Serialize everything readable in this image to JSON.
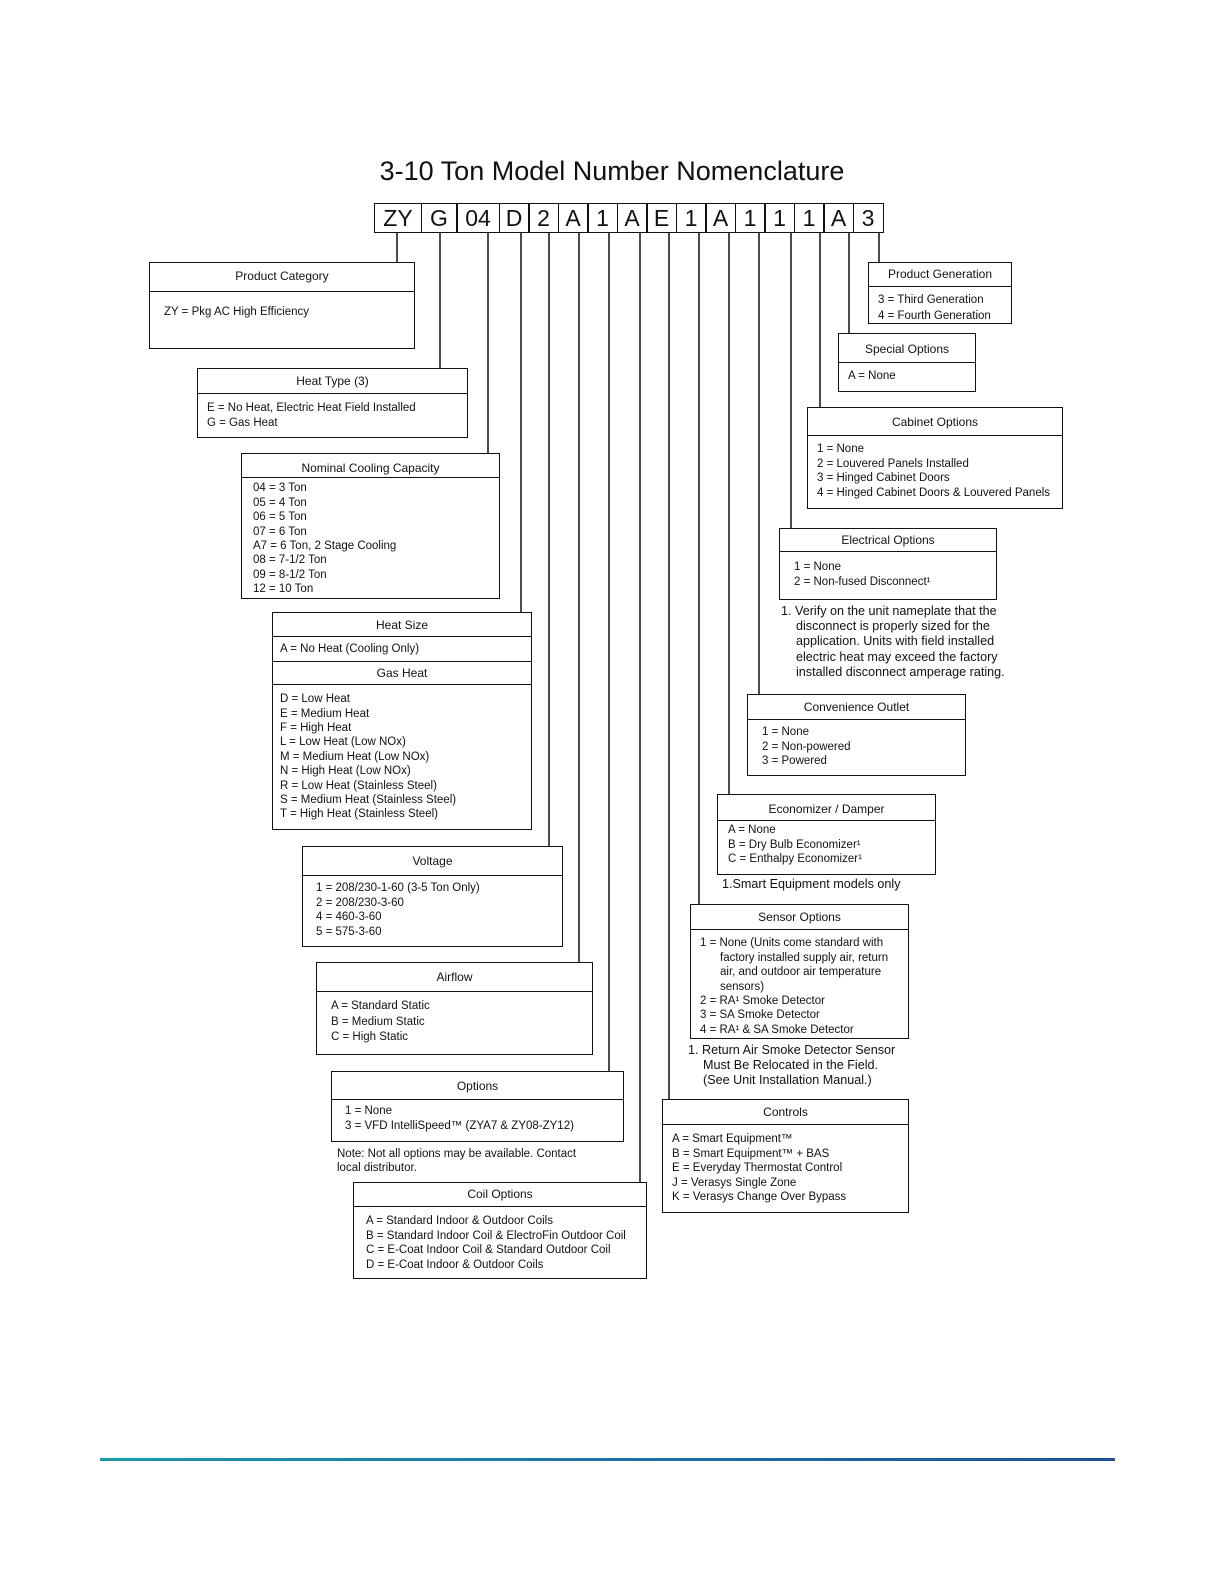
{
  "title": "3-10 Ton Model Number Nomenclature",
  "code": [
    "ZY",
    "G",
    "04",
    "D",
    "2",
    "A",
    "1",
    "A",
    "E",
    "1",
    "A",
    "1",
    "1",
    "1",
    "A",
    "3"
  ],
  "boxes": {
    "product_category": {
      "header": "Product Category",
      "items": [
        "ZY = Pkg AC High Efficiency"
      ]
    },
    "heat_type": {
      "header": "Heat Type (3)",
      "items": [
        "E = No Heat, Electric Heat Field Installed",
        "G = Gas Heat"
      ]
    },
    "nominal_cooling": {
      "header": "Nominal Cooling Capacity",
      "items": [
        "04 = 3 Ton",
        "05 = 4 Ton",
        "06 = 5 Ton",
        "07 = 6 Ton",
        "A7 = 6 Ton, 2 Stage Cooling",
        "08 = 7-1/2 Ton",
        "09 = 8-1/2 Ton",
        "12 = 10 Ton"
      ]
    },
    "heat_size": {
      "header": "Heat Size",
      "no_heat": "A = No Heat (Cooling Only)",
      "sub_header": "Gas Heat",
      "items": [
        "D = Low Heat",
        "E = Medium Heat",
        "F = High Heat",
        "L = Low Heat (Low NOx)",
        "M = Medium Heat (Low NOx)",
        "N = High Heat (Low NOx)",
        "R = Low Heat (Stainless Steel)",
        "S = Medium Heat (Stainless Steel)",
        "T = High Heat (Stainless Steel)"
      ]
    },
    "voltage": {
      "header": "Voltage",
      "items": [
        "1 = 208/230-1-60 (3-5 Ton Only)",
        "2 = 208/230-3-60",
        "4 = 460-3-60",
        "5 = 575-3-60"
      ]
    },
    "airflow": {
      "header": "Airflow",
      "items": [
        "A = Standard Static",
        "B = Medium Static",
        "C = High Static"
      ]
    },
    "options": {
      "header": "Options",
      "items": [
        "1 = None",
        "3 = VFD IntelliSpeed™ (ZYA7 & ZY08-ZY12)"
      ],
      "note": [
        "Note:  Not all options may be available. Contact",
        "local distributor."
      ]
    },
    "coil_options": {
      "header": "Coil Options",
      "items": [
        "A = Standard Indoor & Outdoor Coils",
        "B = Standard Indoor Coil & ElectroFin Outdoor Coil",
        "C = E-Coat Indoor Coil & Standard Outdoor Coil",
        "D = E-Coat Indoor & Outdoor Coils"
      ]
    },
    "product_generation": {
      "header": "Product Generation",
      "items": [
        "3 = Third Generation",
        "4 = Fourth Generation"
      ]
    },
    "special_options": {
      "header": "Special Options",
      "items": [
        "A = None"
      ]
    },
    "cabinet_options": {
      "header": "Cabinet Options",
      "items": [
        "1 = None",
        "2 = Louvered Panels Installed",
        "3 = Hinged Cabinet Doors",
        "4 = Hinged Cabinet Doors & Louvered Panels"
      ]
    },
    "electrical_options": {
      "header": "Electrical Options",
      "items": [
        "1 = None",
        "2 = Non-fused Disconnect¹"
      ],
      "note": [
        "1. Verify on the unit nameplate that the",
        "disconnect is properly sized for the",
        "application. Units with field installed",
        "electric heat may exceed the factory",
        "installed disconnect amperage rating."
      ]
    },
    "convenience_outlet": {
      "header": "Convenience Outlet",
      "items": [
        "1 = None",
        "2 = Non-powered",
        "3 = Powered"
      ]
    },
    "economizer": {
      "header": "Economizer / Damper",
      "items": [
        "A = None",
        "B = Dry Bulb Economizer¹",
        "C = Enthalpy Economizer¹"
      ],
      "note": "1.Smart Equipment models only"
    },
    "sensor_options": {
      "header": "Sensor Options",
      "items": [
        "1 = None (Units come standard with factory installed supply air, return air, and outdoor air temperature sensors)",
        "2 = RA¹ Smoke Detector",
        "3 = SA Smoke Detector",
        "4 = RA¹ & SA Smoke Detector"
      ],
      "note": [
        "1. Return Air Smoke Detector Sensor",
        "Must Be Relocated in the Field.",
        "(See Unit Installation Manual.)"
      ]
    },
    "controls": {
      "header": "Controls",
      "items": [
        "A = Smart Equipment™",
        "B = Smart Equipment™ + BAS",
        "E = Everyday Thermostat Control",
        "J = Verasys Single Zone",
        "K = Verasys Change Over Bypass"
      ]
    }
  },
  "colors": {
    "line": "#111111",
    "footer_start": "#1a9aa6",
    "footer_end": "#1f4f95"
  }
}
